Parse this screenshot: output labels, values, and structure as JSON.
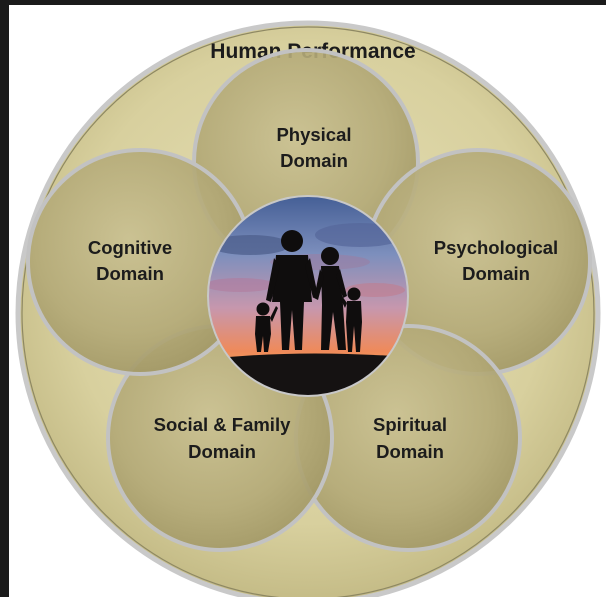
{
  "diagram": {
    "title": "Human Performance",
    "domains": [
      {
        "id": "physical",
        "line1": "Physical",
        "line2": "Domain"
      },
      {
        "id": "psychological",
        "line1": "Psychological",
        "line2": "Domain"
      },
      {
        "id": "spiritual",
        "line1": "Spiritual",
        "line2": "Domain"
      },
      {
        "id": "social-family",
        "line1": "Social & Family",
        "line2": "Domain"
      },
      {
        "id": "cognitive",
        "line1": "Cognitive",
        "line2": "Domain"
      }
    ],
    "center_image": "family-silhouette-at-sunset",
    "colors": {
      "outer_fill": "#d9d2a3",
      "domain_fill": "#b7ad7d",
      "ring_stroke": "#bdbdbd",
      "text": "#1c1c1c",
      "frame": "#1b1b1b"
    }
  }
}
